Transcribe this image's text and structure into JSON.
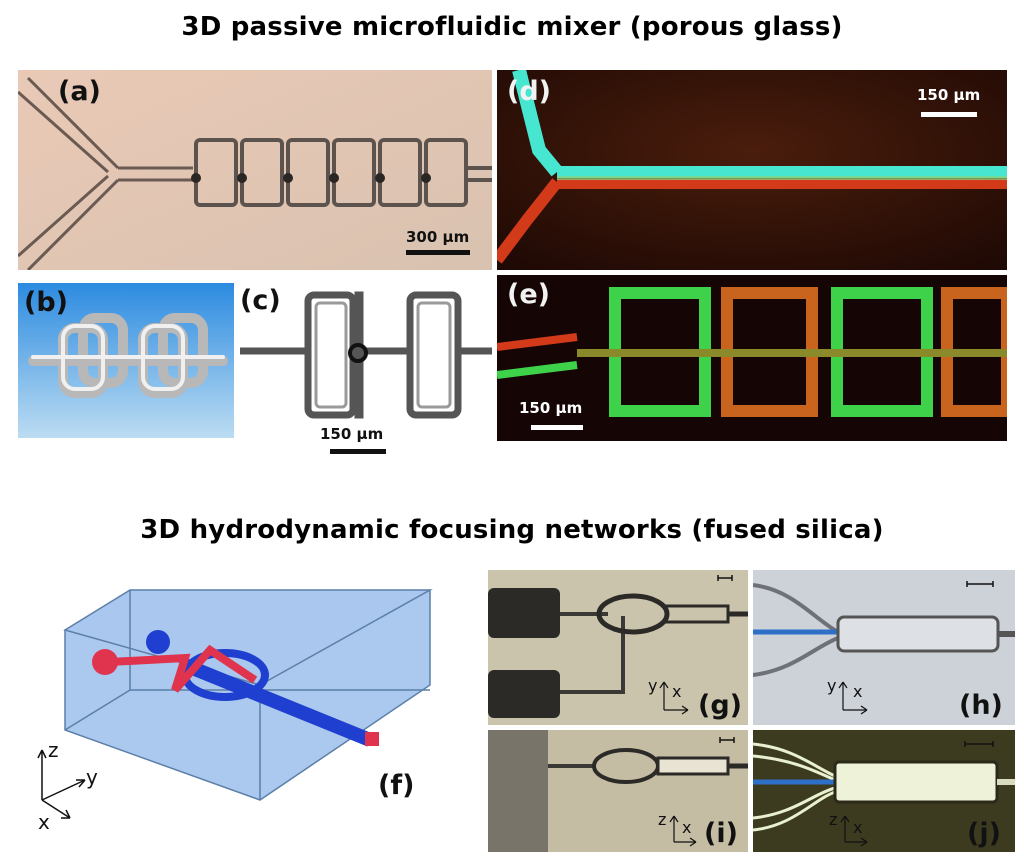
{
  "titles": {
    "top": "3D passive microfluidic mixer (porous glass)",
    "bottom": "3D hydrodynamic focusing networks (fused silica)"
  },
  "panels": {
    "a": {
      "label": "(a)",
      "scale_bar": "300 µm"
    },
    "b": {
      "label": "(b)"
    },
    "c": {
      "label": "(c)",
      "scale_bar": "150 µm"
    },
    "d": {
      "label": "(d)",
      "scale_bar": "150 µm"
    },
    "e": {
      "label": "(e)",
      "scale_bar": "150 µm"
    },
    "f": {
      "label": "(f)",
      "axes": {
        "z": "z",
        "y": "y",
        "x": "x"
      }
    },
    "g": {
      "label": "(g)",
      "axes": {
        "v": "y",
        "h": "x"
      }
    },
    "h": {
      "label": "(h)",
      "axes": {
        "v": "y",
        "h": "x"
      }
    },
    "i": {
      "label": "(i)",
      "axes": {
        "v": "z",
        "h": "x"
      }
    },
    "j": {
      "label": "(j)",
      "axes": {
        "v": "z",
        "h": "x"
      }
    }
  },
  "colors": {
    "background": "#ffffff",
    "fluor_green": "#3ed24a",
    "fluor_cyan": "#46e6d0",
    "fluor_red": "#d23a1a",
    "model_red": "#e0344e",
    "model_blue": "#1f3fd0",
    "box_blue": "#8fb6e8"
  }
}
